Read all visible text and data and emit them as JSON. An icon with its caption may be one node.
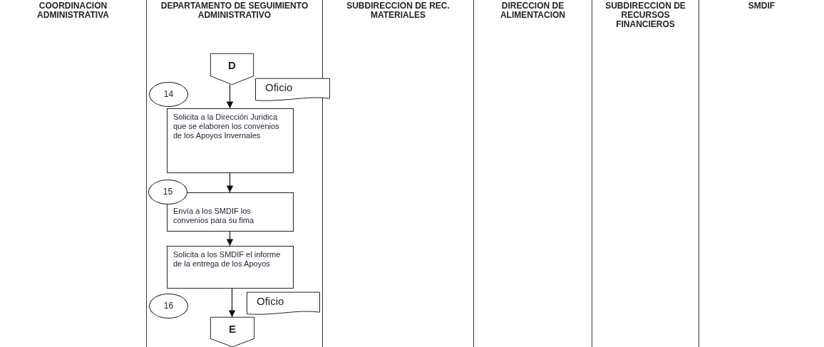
{
  "diagram": {
    "nodes": [
      {
        "text": [
          "COORDINACION ADMINISTRATIVA"
        ]
      },
      {
        "text": [
          "DEPARTAMENTO DE SEGUIMIENTO ADMINISTRATIVO"
        ]
      },
      {
        "text": [
          "SUBDIRECCION DE REC. MATERIALES"
        ]
      },
      {
        "text": [
          "DIRECCION DE ALIMENTACION"
        ]
      },
      {
        "text": [
          "SUBDIRECCION DE RECURSOS FINANCIEROS"
        ]
      },
      {
        "text": [
          "SMDIF"
        ]
      },
      {
        "text": [
          "D"
        ],
        "in": 1
      },
      {
        "text": [
          "Oficio"
        ],
        "in": 1
      },
      {
        "text": [
          "14"
        ],
        "in": 1
      },
      {
        "text": [
          "Solicita a la Dirección Juridica que se elaboren los convenios de los Apoyos Invernales"
        ],
        "in": 1
      },
      {
        "text": [
          "15"
        ],
        "in": 1
      },
      {
        "text": [
          "Envía a los SMDIF los convenios para su fima"
        ],
        "in": 1
      },
      {
        "text": [
          "Solicita a los SMDIF el informe de la entrega de los Apoyos"
        ],
        "in": 1
      },
      {
        "text": [
          "16"
        ],
        "in": 1
      },
      {
        "text": [
          "Oficio"
        ],
        "in": 1
      },
      {
        "text": [
          "E"
        ],
        "in": 1
      }
    ],
    "edges": [
      {
        "from": 6,
        "to": 9,
        "arrow": "to"
      },
      {
        "from": 9,
        "to": 11,
        "arrow": "to"
      },
      {
        "from": 11,
        "to": 12,
        "arrow": "to"
      },
      {
        "from": 12,
        "to": 15,
        "arrow": "to"
      }
    ]
  }
}
